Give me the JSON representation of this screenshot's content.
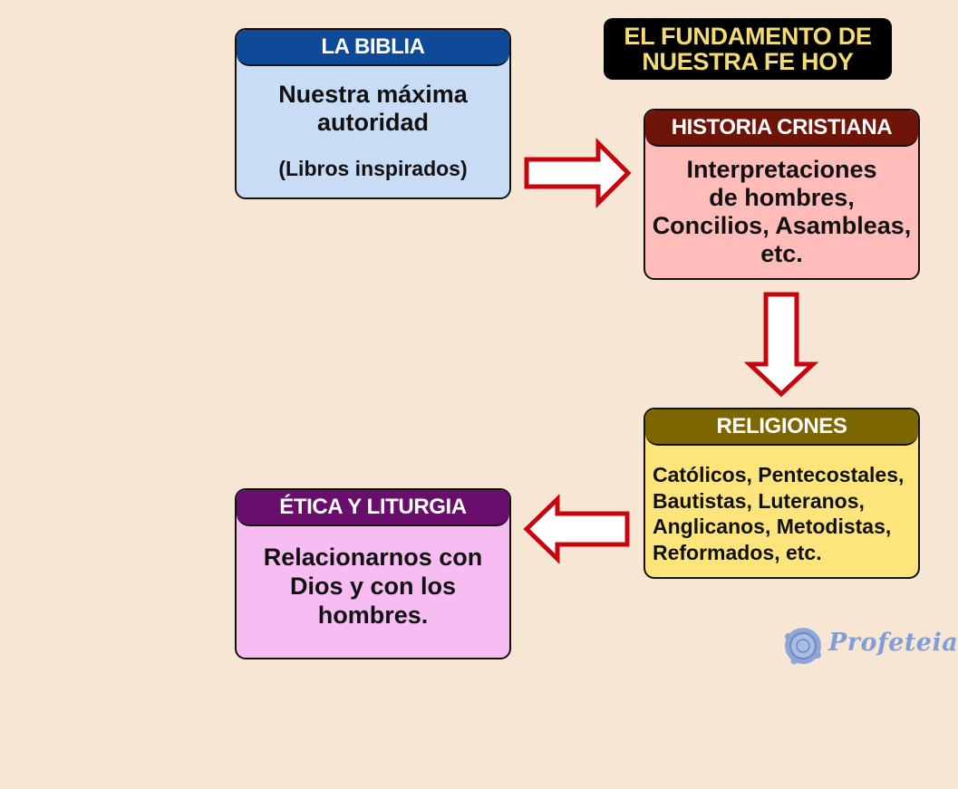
{
  "title": {
    "line1": "EL FUNDAMENTO DE",
    "line2": "NUESTRA FE HOY"
  },
  "cards": {
    "biblia": {
      "header": "LA BIBLIA",
      "line1": "Nuestra máxima",
      "line2": "autoridad",
      "note": "(Libros inspirados)",
      "color_header": "#0e4a97",
      "color_body": "#c9dcf6"
    },
    "historia": {
      "header": "HISTORIA CRISTIANA",
      "lines": [
        "Interpretaciones",
        "de hombres,",
        "Concilios, Asambleas,",
        "etc."
      ],
      "color_header": "#6f1408",
      "color_body": "#ffbcb8"
    },
    "religiones": {
      "header": "RELIGIONES",
      "lines": [
        "Católicos, Pentecostales,",
        "Bautistas, Luteranos,",
        "Anglicanos, Metodistas,",
        "Reformados, etc."
      ],
      "color_header": "#7d6703",
      "color_body": "#fde57b"
    },
    "etica": {
      "header": "ÉTICA Y LITURGIA",
      "lines": [
        "Relacionarnos con",
        "Dios y con los",
        "hombres."
      ],
      "color_header": "#6a0e6e",
      "color_body": "#f7bdf3"
    }
  },
  "arrows": {
    "color": "#c8050f",
    "flow": [
      "biblia-to-historia",
      "historia-to-religiones",
      "religiones-to-etica"
    ]
  },
  "logo": {
    "text": "Profeteia",
    "icon": "seal-icon",
    "color": "#7f9fd6"
  },
  "background": "#f7e6d4"
}
